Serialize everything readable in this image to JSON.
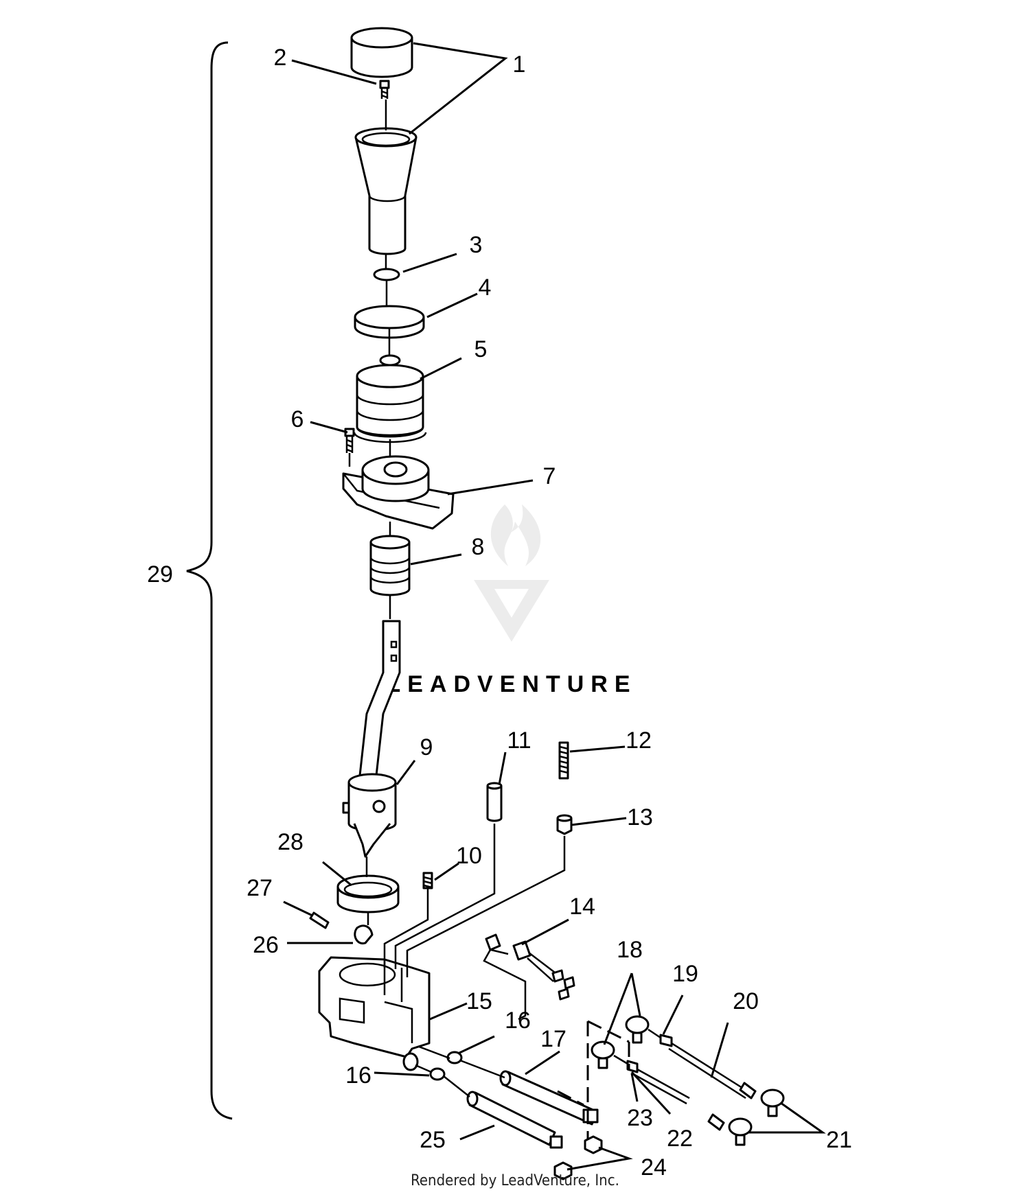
{
  "watermark": {
    "brand": "LEADVENTURE"
  },
  "footer": {
    "text": "Rendered by LeadVenture, Inc."
  },
  "callouts": [
    {
      "id": "1",
      "label": "1"
    },
    {
      "id": "2",
      "label": "2"
    },
    {
      "id": "3",
      "label": "3"
    },
    {
      "id": "4",
      "label": "4"
    },
    {
      "id": "5",
      "label": "5"
    },
    {
      "id": "6",
      "label": "6"
    },
    {
      "id": "7",
      "label": "7"
    },
    {
      "id": "8",
      "label": "8"
    },
    {
      "id": "9",
      "label": "9"
    },
    {
      "id": "10",
      "label": "10"
    },
    {
      "id": "11",
      "label": "11"
    },
    {
      "id": "12",
      "label": "12"
    },
    {
      "id": "13",
      "label": "13"
    },
    {
      "id": "14",
      "label": "14"
    },
    {
      "id": "15",
      "label": "15"
    },
    {
      "id": "16a",
      "label": "16"
    },
    {
      "id": "16b",
      "label": "16"
    },
    {
      "id": "17",
      "label": "17"
    },
    {
      "id": "18",
      "label": "18"
    },
    {
      "id": "19",
      "label": "19"
    },
    {
      "id": "20",
      "label": "20"
    },
    {
      "id": "21",
      "label": "21"
    },
    {
      "id": "22",
      "label": "22"
    },
    {
      "id": "23",
      "label": "23"
    },
    {
      "id": "24",
      "label": "24"
    },
    {
      "id": "25",
      "label": "25"
    },
    {
      "id": "26",
      "label": "26"
    },
    {
      "id": "27",
      "label": "27"
    },
    {
      "id": "28",
      "label": "28"
    },
    {
      "id": "29",
      "label": "29"
    }
  ]
}
